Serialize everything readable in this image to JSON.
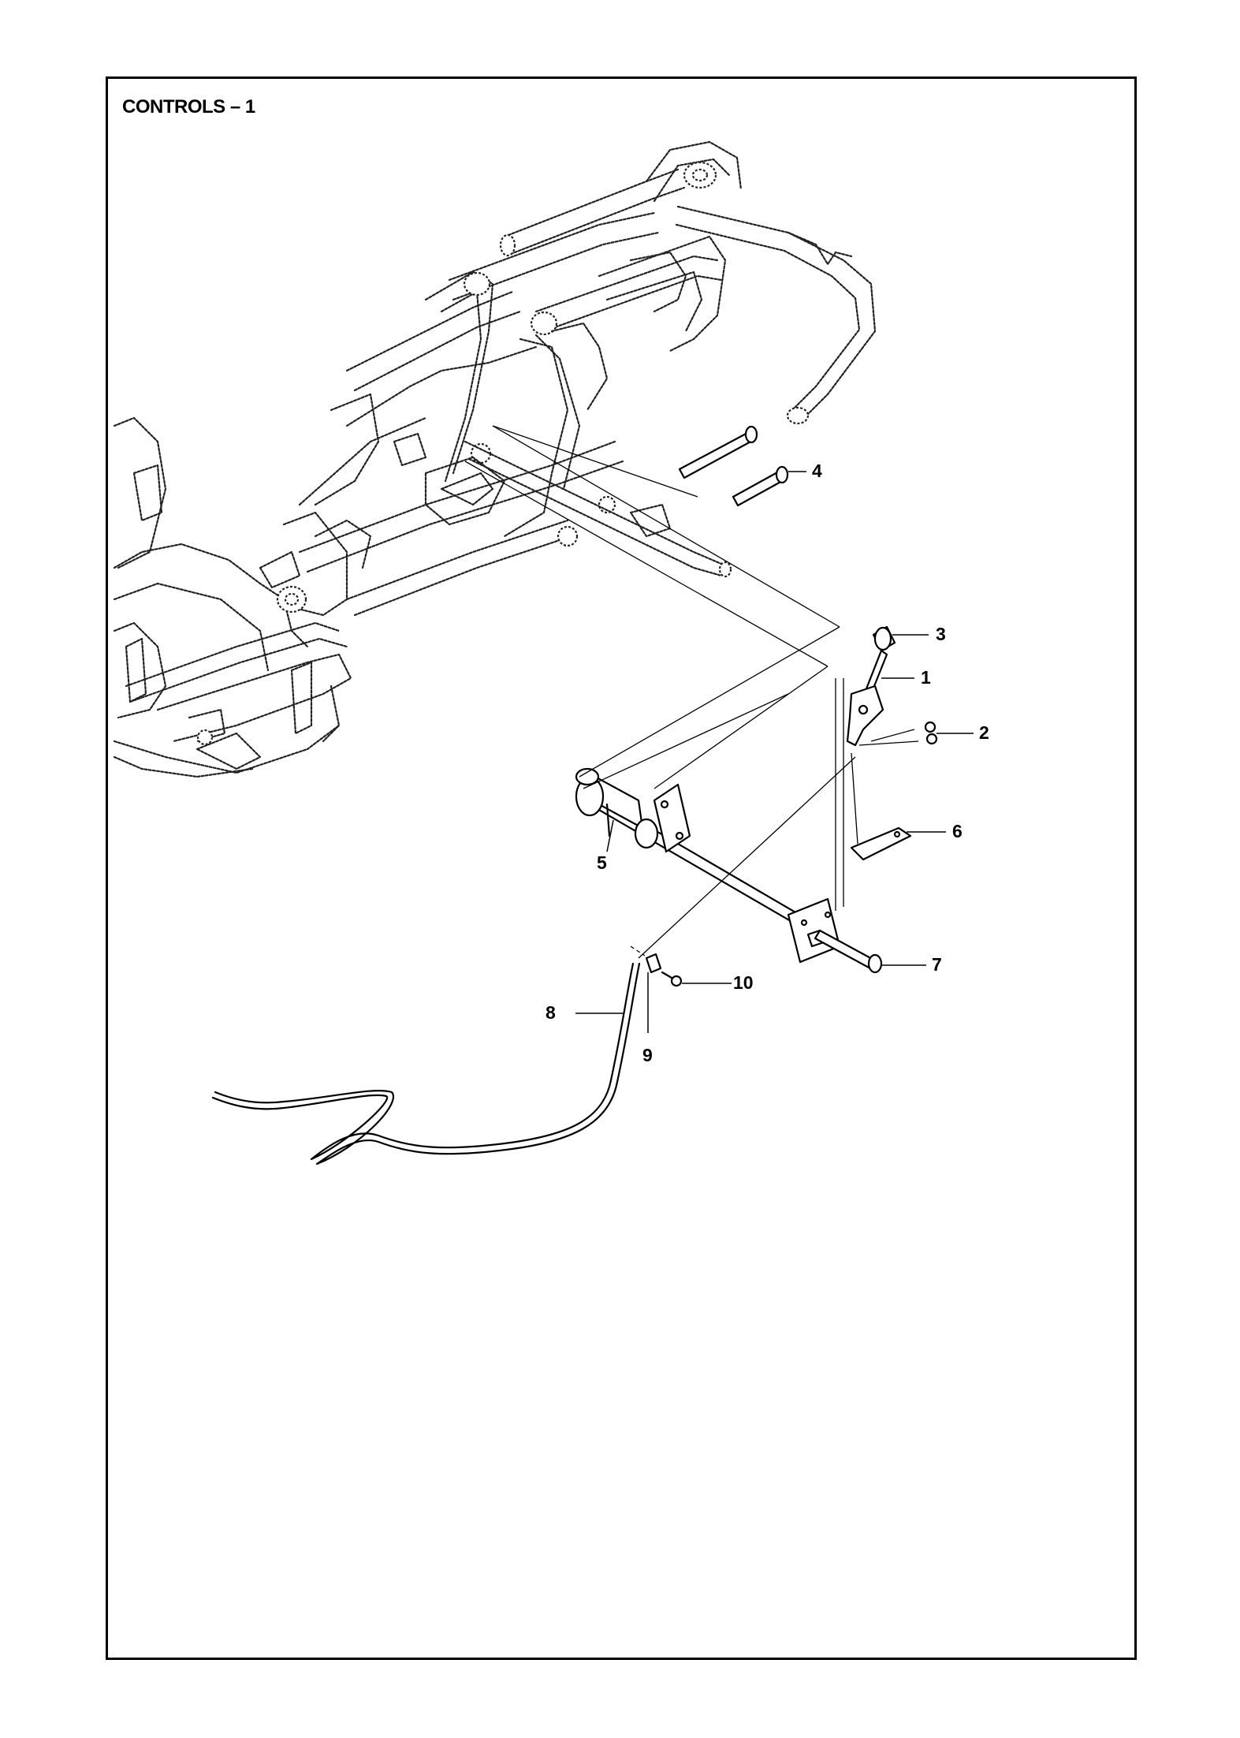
{
  "title": "CONTROLS – 1",
  "callouts": [
    "1",
    "2",
    "3",
    "4",
    "5",
    "6",
    "7",
    "8",
    "9",
    "10"
  ]
}
